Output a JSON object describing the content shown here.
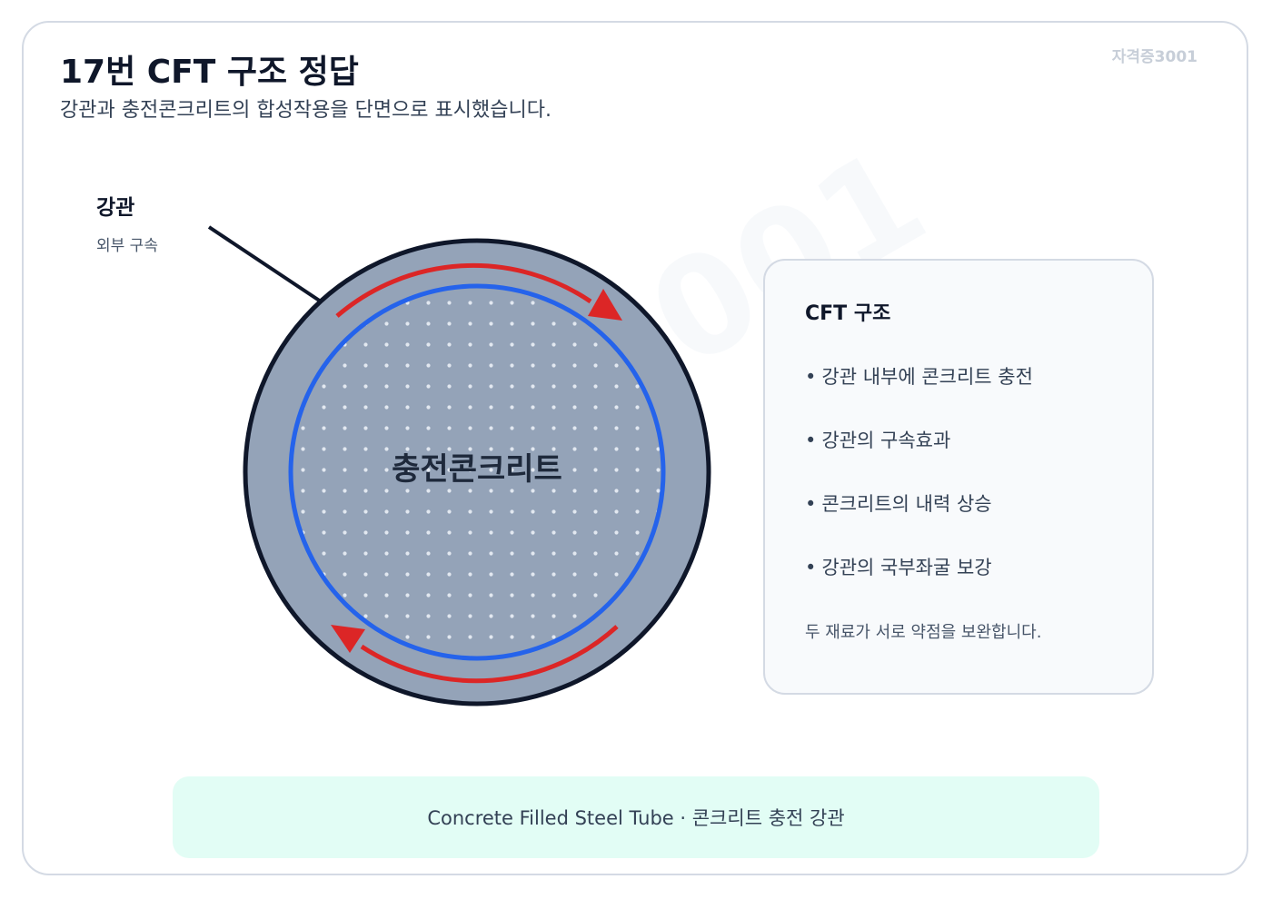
{
  "header": {
    "title": "17번 CFT 구조 정답",
    "subtitle": "강관과 충전콘크리트의 합성작용을 단면으로 표시했습니다.",
    "badge": "자격증3001"
  },
  "diagram": {
    "steel_tube_label": "강관",
    "steel_tube_sublabel": "외부 구속",
    "concrete_label": "충전콘크리트",
    "watermark": "3001",
    "colors": {
      "tube_fill": "#94a3b8",
      "outline": "#0f172a",
      "inner_ring": "#2563eb",
      "arrow": "#dc2626",
      "dots": "#e2e8f0"
    }
  },
  "info_panel": {
    "title": "CFT 구조",
    "bullets": [
      "강관 내부에 콘크리트 충전",
      "강관의 구속효과",
      "콘크리트의 내력 상승",
      "강관의 국부좌굴 보강"
    ],
    "note": "두 재료가 서로 약점을 보완합니다."
  },
  "footer": {
    "text": "Concrete Filled Steel Tube · 콘크리트 충전 강관",
    "background": "#e2fdf5"
  }
}
